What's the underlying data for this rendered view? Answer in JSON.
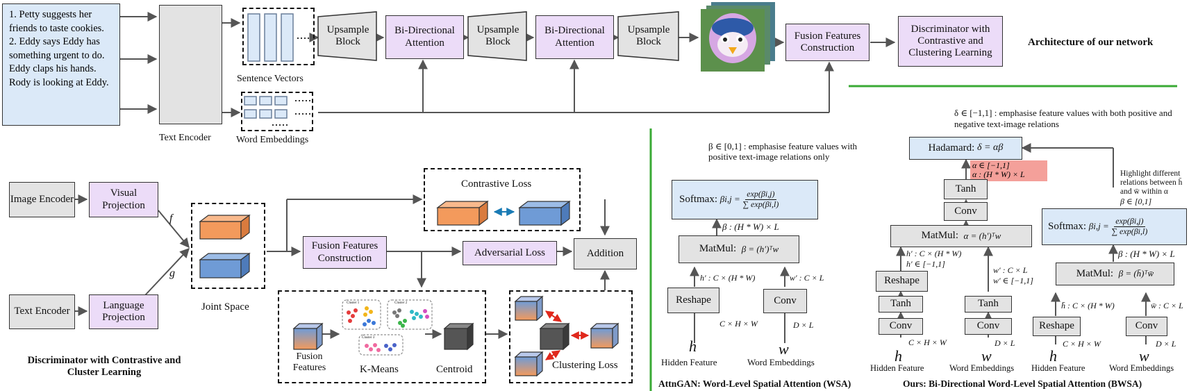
{
  "top": {
    "story": "1. Petty suggests her\nfriends to taste cookies.\n2. Eddy says Eddy has\nsomething urgent to do.\nEddy claps his hands.\nRody is looking at Eddy.",
    "text_encoder": "Text Encoder",
    "sentence_vectors": "Sentence Vectors",
    "word_embeddings": "Word Embeddings",
    "upsample": "Upsample Block",
    "bidir": "Bi-Directional Attention",
    "fusion": "Fusion Features Construction",
    "discriminator": "Discriminator with Contrastive and Clustering Learning",
    "title": "Architecture of our network"
  },
  "bottom_left": {
    "image_encoder": "Image Encoder",
    "visual_projection": "Visual Projection",
    "text_encoder": "Text Encoder",
    "language_projection": "Language Projection",
    "f": "f",
    "g": "g",
    "joint_space": "Joint Space",
    "contrastive_loss": "Contrastive Loss",
    "fusion": "Fusion Features Construction",
    "adversarial_loss": "Adversarial Loss",
    "addition": "Addition",
    "fusion_features": "Fusion Features",
    "kmeans": "K-Means",
    "centroid": "Centroid",
    "clustering_loss": "Clustering Loss",
    "cluster1": "Cluster 1",
    "cluster2": "Cluster 2",
    "cluster3": "Cluster 3",
    "caption": "Discriminator with Contrastive and Cluster Learning"
  },
  "wsa": {
    "beta_note": "β ∈ [0,1] : emphasise feature values with positive text-image relations only",
    "softmax": "Softmax:",
    "softmax_lhs": "βi,j =",
    "softmax_num": "exp(βi,j)",
    "softmax_den": "∑ exp(βi,l)",
    "beta_dim": "β : (H * W) × L",
    "matmul": "MatMul:",
    "matmul_eq": "β = (h′)ᵀw",
    "reshape": "Reshape",
    "conv": "Conv",
    "hprime_dim": "h′ : C × (H * W)",
    "wprime_dim": "w′ : C × L",
    "h_dim": "C × H × W",
    "w_dim": "D × L",
    "h": "h",
    "w": "w",
    "hidden": "Hidden Feature",
    "word_emb": "Word Embeddings",
    "caption": "AttnGAN: Word-Level Spatial Attention (WSA)"
  },
  "bwsa": {
    "delta_note": "δ ∈ [−1,1] : emphasise feature values with both positive and negative text-image relations",
    "hadamard": "Hadamard:",
    "hadamard_eq": "δ = αβ",
    "alpha_range": "α ∈ [−1,1]",
    "alpha_dim": "α : (H * W) × L",
    "tanh": "Tanh",
    "conv": "Conv",
    "matmul": "MatMul:",
    "matmul_alpha": "α = (h′)ᵀw",
    "hprime_dim": "h′ : C × (H * W)",
    "hprime_range": "h′ ∈ [−1,1]",
    "wprime_dim": "w′ : C × L",
    "wprime_range": "w′ ∈ [−1,1]",
    "reshape": "Reshape",
    "h_dim": "C × H × W",
    "w_dim": "D × L",
    "h": "h",
    "w": "w",
    "hidden": "Hidden Feature",
    "word_emb": "Word Embeddings",
    "highlight_note": "Highlight different relations between h̄ and w̄ within α",
    "beta_range": "β ∈ [0,1]",
    "softmax": "Softmax:",
    "softmax_lhs": "βi,j =",
    "softmax_num": "exp(βi,j)",
    "softmax_den": "∑ exp(βi,l)",
    "beta_dim": "β : (H * W) × L",
    "matmul_beta": "β = (h̄)ᵀw̄",
    "hbar_dim": "h̄ : C × (H * W)",
    "wbar_dim": "w̄ : C × L",
    "caption": "Ours: Bi-Directional Word-Level Spatial Attention (BWSA)"
  },
  "colors": {
    "gray": "#e3e3e3",
    "purple": "#ecdcf8",
    "blue": "#dbe9f8",
    "divider": "#3aaa35",
    "orange": "#f39a5c",
    "cube_blue": "#6f9bd6",
    "red": "#f4a09a"
  }
}
